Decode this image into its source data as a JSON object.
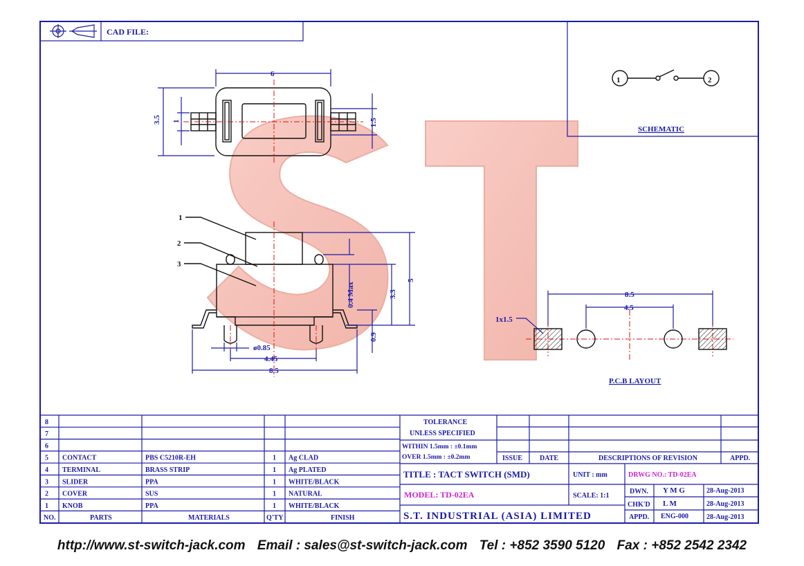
{
  "header": {
    "cad_label": "CAD FILE:"
  },
  "schematic": {
    "title": "SCHEMATIC",
    "pin1": "1",
    "pin2": "2"
  },
  "dims": {
    "top_width": "6",
    "top_height": "3.5",
    "top_lead": "1",
    "top_pin": "1.5",
    "side_height": "5",
    "side_body": "3.3",
    "side_knob": "0.4 Max",
    "side_foot": "0.9",
    "side_pin": "ø0.85",
    "side_pitch": "4.45",
    "side_span": "8.5",
    "pcb_span": "8.5",
    "pcb_pitch": "4.5",
    "pcb_pad": "1x1.5"
  },
  "callouts": [
    "1",
    "2",
    "3"
  ],
  "pcb": {
    "title": "P.C.B LAYOUT"
  },
  "watermark": "S T",
  "bom": {
    "rows": [
      {
        "no": "8",
        "part": "",
        "material": "",
        "qty": "",
        "finish": ""
      },
      {
        "no": "7",
        "part": "",
        "material": "",
        "qty": "",
        "finish": ""
      },
      {
        "no": "6",
        "part": "",
        "material": "",
        "qty": "",
        "finish": ""
      },
      {
        "no": "5",
        "part": "CONTACT",
        "material": "PBS C5210R-EH",
        "qty": "1",
        "finish": "Ag CLAD"
      },
      {
        "no": "4",
        "part": "TERMINAL",
        "material": "BRASS STRIP",
        "qty": "1",
        "finish": "Ag PLATED"
      },
      {
        "no": "3",
        "part": "SLIDER",
        "material": "PPA",
        "qty": "1",
        "finish": "WHITE/BLACK"
      },
      {
        "no": "2",
        "part": "COVER",
        "material": "SUS",
        "qty": "1",
        "finish": "NATURAL"
      },
      {
        "no": "1",
        "part": "KNOB",
        "material": "PPA",
        "qty": "1",
        "finish": "WHITE/BLACK"
      }
    ],
    "headers": {
      "no": "NO.",
      "part": "PARTS",
      "material": "MATERIALS",
      "qty": "Q'TY",
      "finish": "FINISH"
    }
  },
  "tolerance": {
    "title1": "TOLERANCE",
    "title2": "UNLESS  SPECIFIED",
    "within": "WITHIN  1.5mm : ±0.1mm",
    "over": "OVER    1.5mm : ±0.2mm"
  },
  "revision": {
    "issue": "ISSUE",
    "date": "DATE",
    "desc": "DESCRIPTIONS OF REVISION",
    "appd": "APPD."
  },
  "title_block": {
    "title": "TITLE : TACT SWITCH (SMD)",
    "unit": "UNIT :  mm",
    "drwg": "DRWG NO.: TD-02EA",
    "model": "MODEL: TD-02EA",
    "scale": "SCALE:  1:1",
    "company": "S.T. INDUSTRIAL (ASIA) LIMITED",
    "dwn_label": "DWN.",
    "dwn": "Y M G",
    "dwn_date": "28-Aug-2013",
    "chk_label": "CHK'D",
    "chk": "L M",
    "chk_date": "28-Aug-2013",
    "appd_label": "APPD.",
    "appd": "ENG-000",
    "appd_date": "28-Aug-2013"
  },
  "footer": {
    "url": "http://www.st-switch-jack.com",
    "email": "Email : sales@st-switch-jack.com",
    "tel": "Tel : +852 3590 5120",
    "fax": "Fax : +852 2542 2342"
  },
  "colors": {
    "line": "#1a1aa8",
    "center": "#e01010",
    "watermark": "#f4b8b0",
    "magenta": "#d020d0"
  }
}
